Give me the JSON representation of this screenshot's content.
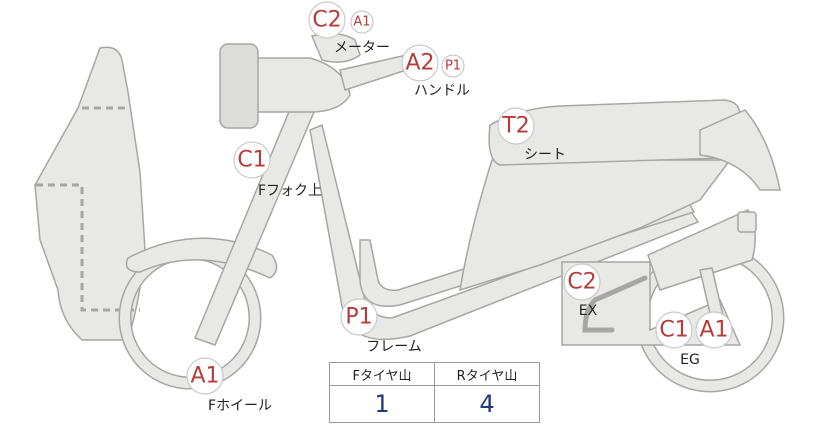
{
  "labels": {
    "meter": {
      "name": "メーター",
      "codes": [
        "C2",
        "A1"
      ]
    },
    "handle": {
      "name": "ハンドル",
      "codes": [
        "A2",
        "P1"
      ]
    },
    "seat": {
      "name": "シート",
      "codes": [
        "T2"
      ]
    },
    "fork_upper": {
      "name": "Fフォク上",
      "codes": [
        "C1"
      ]
    },
    "frame": {
      "name": "フレーム",
      "codes": [
        "P1"
      ]
    },
    "exhaust": {
      "name": "EX",
      "codes": [
        "C2"
      ]
    },
    "engine": {
      "name": "EG",
      "codes": [
        "C1",
        "A1"
      ]
    },
    "front_wheel": {
      "name": "Fホイール",
      "codes": [
        "A1"
      ]
    }
  },
  "tread": {
    "headers": [
      "Fタイヤ山",
      "Rタイヤ山"
    ],
    "values": [
      "1",
      "4"
    ]
  },
  "colors": {
    "code_text": "#b63b3b",
    "tread_value": "#1f3a78",
    "part_fill": "#e8e8e6",
    "part_stroke": "#a6a6a3"
  }
}
